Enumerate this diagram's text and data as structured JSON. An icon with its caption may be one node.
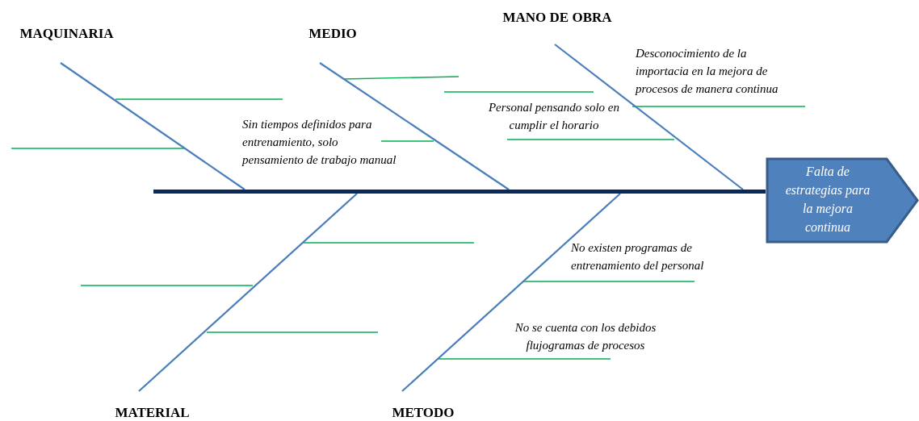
{
  "diagram": {
    "nodes": [
      {
        "text": [
          "Falta de estrategias para la mejora continua"
        ]
      },
      {
        "text": [],
        "shape": "bar"
      },
      {
        "text": [
          "MAQUINARIA"
        ]
      },
      {
        "text": [
          "MEDIO"
        ]
      },
      {
        "text": [
          "MANO DE OBRA"
        ]
      },
      {
        "text": [
          "MATERIAL"
        ]
      },
      {
        "text": [
          "METODO"
        ]
      }
    ],
    "edges": [
      {
        "from": 2,
        "to": 1,
        "arrow": "none"
      },
      {
        "from": 3,
        "to": 1,
        "arrow": "none"
      },
      {
        "from": 4,
        "to": 1,
        "arrow": "none"
      },
      {
        "from": 5,
        "to": 1,
        "arrow": "none"
      },
      {
        "from": 6,
        "to": 1,
        "arrow": "none"
      }
    ],
    "labels": [
      "Desconocimiento de la importacia en la mejora de procesos de manera continua",
      "Personal pensando solo en cumplir el horario",
      "Sin tiempos definidos para entrenamiento, solo pensamiento de trabajo manual",
      "No existen programas de entrenamiento del personal",
      "No se cuenta con los debidos flujogramas de procesos"
    ]
  }
}
